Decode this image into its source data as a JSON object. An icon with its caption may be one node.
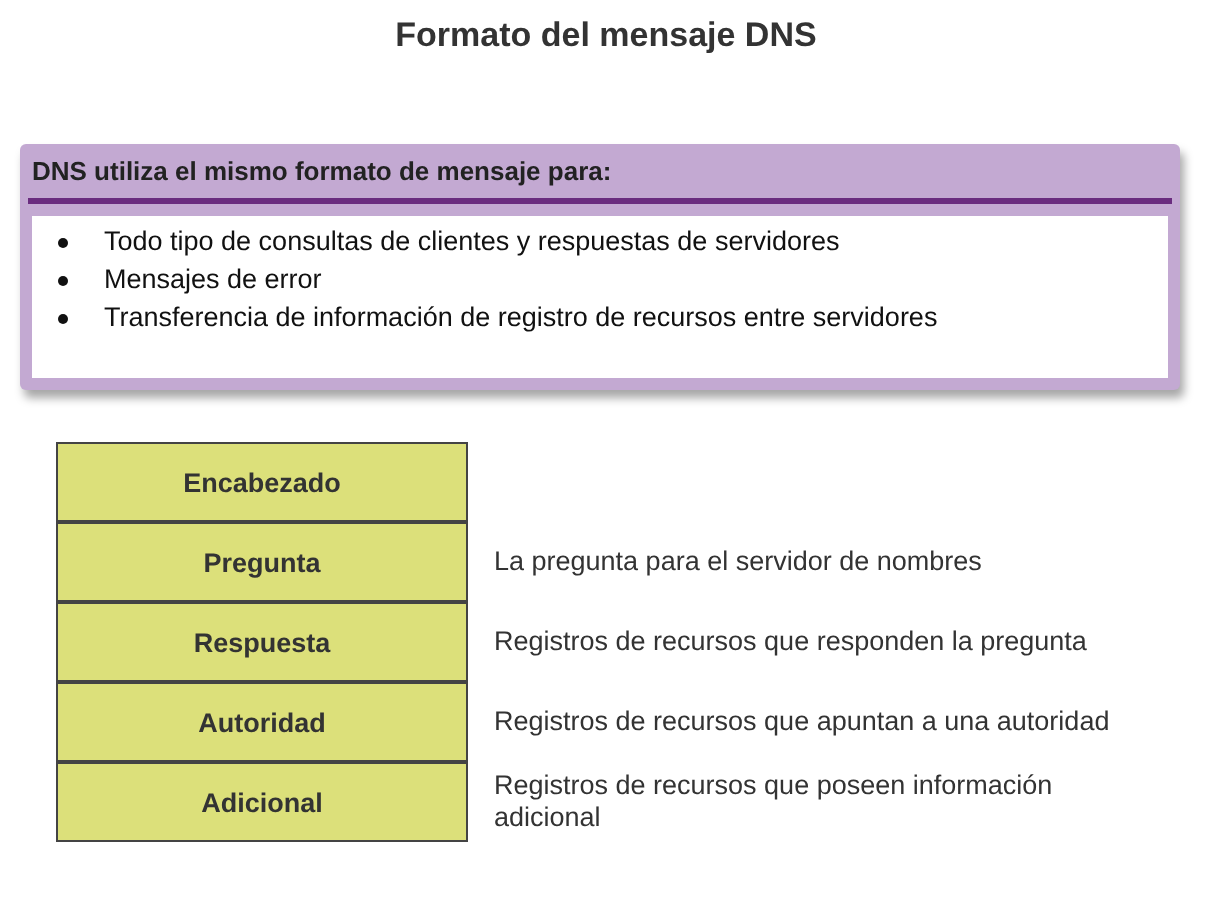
{
  "diagram": {
    "title": "Formato del mensaje DNS",
    "nodes": [
      {
        "text": [
          "DNS utiliza el mismo formato de mensaje para:",
          "Todo tipo de consultas de clientes y respuestas de servidores",
          "Mensajes de error",
          "Transferencia de información de registro de recursos entre servidores"
        ]
      },
      {
        "text": [
          "Encabezado"
        ]
      },
      {
        "text": [
          "Pregunta"
        ],
        "beside": [
          "La pregunta para el servidor de nombres"
        ]
      },
      {
        "text": [
          "Respuesta"
        ],
        "beside": [
          "Registros de recursos que responden la pregunta"
        ]
      },
      {
        "text": [
          "Autoridad"
        ],
        "beside": [
          "Registros de recursos que apuntan a una autoridad"
        ]
      },
      {
        "text": [
          "Adicional"
        ],
        "beside": [
          "Registros de recursos que poseen información adicional"
        ]
      }
    ],
    "edges": []
  }
}
